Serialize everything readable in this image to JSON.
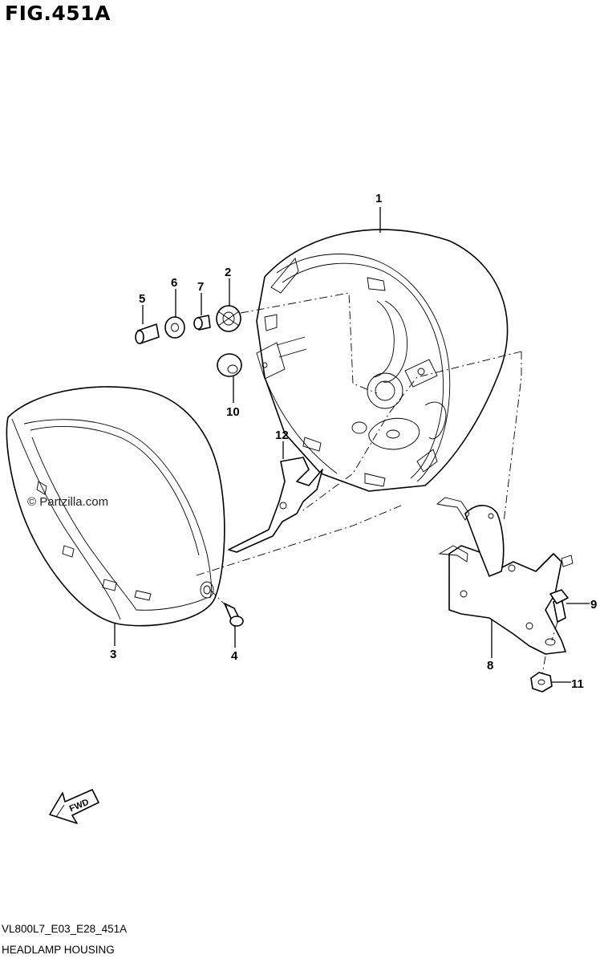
{
  "figure": {
    "title": "FIG.451A",
    "code": "VL800L7_E03_E28_451A",
    "caption": "HEADLAMP HOUSING",
    "watermark": "© Partzilla.com",
    "direction_label": "FWD"
  },
  "callouts": [
    {
      "id": "c1",
      "label": "1"
    },
    {
      "id": "c2",
      "label": "2"
    },
    {
      "id": "c3",
      "label": "3"
    },
    {
      "id": "c4",
      "label": "4"
    },
    {
      "id": "c5",
      "label": "5"
    },
    {
      "id": "c6",
      "label": "6"
    },
    {
      "id": "c7",
      "label": "7"
    },
    {
      "id": "c8",
      "label": "8"
    },
    {
      "id": "c9",
      "label": "9"
    },
    {
      "id": "c10",
      "label": "10"
    },
    {
      "id": "c11",
      "label": "11"
    },
    {
      "id": "c12",
      "label": "12"
    }
  ]
}
